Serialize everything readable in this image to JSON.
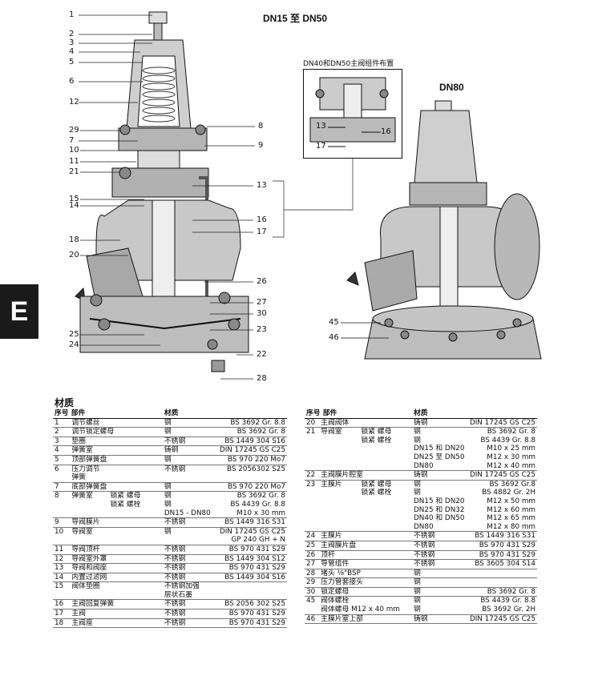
{
  "side_tab": "E",
  "headings": {
    "main_title": "DN15 至 DN50",
    "inset_title": "DN40和DN50主阀组件布置",
    "dn80_title": "DN80"
  },
  "callouts_left": [
    "1",
    "2",
    "3",
    "4",
    "5",
    "6",
    "12",
    "29",
    "7",
    "10",
    "11",
    "21",
    "15",
    "14",
    "18",
    "20",
    "25",
    "24"
  ],
  "callouts_right": [
    "8",
    "9",
    "13",
    "16",
    "17",
    "26",
    "27",
    "30",
    "23",
    "22",
    "28"
  ],
  "inset_callouts": [
    "13",
    "16",
    "17"
  ],
  "dn80_callouts": [
    "45",
    "46"
  ],
  "materials": {
    "title": "材质",
    "headers": {
      "no": "序号",
      "part": "部件",
      "material": "材质"
    },
    "left_rows": [
      {
        "no": "1",
        "part": "调节螺丝",
        "sub": "",
        "mat": "钢",
        "spec": "BS 3692 Gr. 8.8"
      },
      {
        "no": "2",
        "part": "调节锁定螺母",
        "sub": "",
        "mat": "钢",
        "spec": "BS 3692 Gr. 8"
      },
      {
        "no": "3",
        "part": "垫圈",
        "sub": "",
        "mat": "不锈钢",
        "spec": "BS 1449 304 S16"
      },
      {
        "no": "4",
        "part": "弹簧室",
        "sub": "",
        "mat": "铸钢",
        "spec": "DIN 17245 GS C25"
      },
      {
        "no": "5",
        "part": "顶部弹簧盘",
        "sub": "",
        "mat": "钢",
        "spec": "BS 970 220 Mo7"
      },
      {
        "no": "6",
        "part": "压力调节\n弹簧",
        "sub": "",
        "mat": "不锈钢",
        "spec": "BS 2056302 S25"
      },
      {
        "no": "7",
        "part": "底部弹簧盘",
        "sub": "",
        "mat": "钢",
        "spec": "BS 970 220 Mo7"
      },
      {
        "no": "8",
        "part": "弹簧室",
        "sub": "锁紧 螺母\n锁紧 螺栓",
        "mat": "钢\n钢\nDN15 - DN80",
        "spec": "BS 3692 Gr. 8\nBS 4439 Gr. 8.8\nM10 x 30 mm"
      },
      {
        "no": "9",
        "part": "导阀膜片",
        "sub": "",
        "mat": "不锈钢",
        "spec": "BS 1449 316 S31"
      },
      {
        "no": "10",
        "part": "导阀室",
        "sub": "",
        "mat": "钢",
        "spec": "DIN 17245 GS C25\nGP 240 GH + N"
      },
      {
        "no": "11",
        "part": "导阀顶杆",
        "sub": "",
        "mat": "不锈钢",
        "spec": "BS 970 431 S29"
      },
      {
        "no": "12",
        "part": "导阀室外罩",
        "sub": "",
        "mat": "不锈钢",
        "spec": "BS 1449 304 S12"
      },
      {
        "no": "13",
        "part": "导阀和阀座",
        "sub": "",
        "mat": "不锈钢",
        "spec": "BS 970 431 S29"
      },
      {
        "no": "14",
        "part": "内置过滤网",
        "sub": "",
        "mat": "不锈钢",
        "spec": "BS 1449 304 S16"
      },
      {
        "no": "15",
        "part": "阀体垫圈",
        "sub": "",
        "mat": "不锈钢加强\n层状石墨",
        "spec": ""
      },
      {
        "no": "16",
        "part": "主阀回复弹簧",
        "sub": "",
        "mat": "不锈钢",
        "spec": "BS 2056 302 S25"
      },
      {
        "no": "17",
        "part": "主阀",
        "sub": "",
        "mat": "不锈钢",
        "spec": "BS 970 431 S29"
      },
      {
        "no": "18",
        "part": "主阀座",
        "sub": "",
        "mat": "不锈钢",
        "spec": "BS 970 431 S29"
      }
    ],
    "right_rows": [
      {
        "no": "20",
        "part": "主阀阀体",
        "sub": "",
        "mat": "铸钢",
        "spec": "DIN 17245 GS C25"
      },
      {
        "no": "21",
        "part": "导阀室",
        "sub": "锁紧 螺母\n锁紧 螺栓",
        "mat": "钢\n钢\nDN15 和 DN20\nDN25 至 DN50\nDN80",
        "spec": "BS 3692 Gr. 8\nBS 4439 Gr. 8.8\nM10 x 25 mm\nM12 x 30 mm\nM12 x 40 mm"
      },
      {
        "no": "22",
        "part": "主阀膜片腔室",
        "sub": "",
        "mat": "铸钢",
        "spec": "DIN 17245 GS C25"
      },
      {
        "no": "23",
        "part": "主膜片",
        "sub": "锁紧 螺母\n锁紧 螺栓",
        "mat": "钢\n钢\nDN15 和 DN20\nDN25 和 DN32\nDN40 和 DN50\nDN80",
        "spec": "BS 3692 Gr.8\nBS 4882 Gr. 2H\nM12 x 50 mm\nM12 x 60 mm\nM12 x 65 mm\nM12 x 80 mm"
      },
      {
        "no": "24",
        "part": "主膜片",
        "sub": "",
        "mat": "不锈钢",
        "spec": "BS 1449 316 S31"
      },
      {
        "no": "25",
        "part": "主阀膜片盘",
        "sub": "",
        "mat": "不锈钢",
        "spec": "BS 970 431 S29"
      },
      {
        "no": "26",
        "part": "顶杆",
        "sub": "",
        "mat": "不锈钢",
        "spec": "BS 970 431 S29"
      },
      {
        "no": "27",
        "part": "导管组件",
        "sub": "",
        "mat": "不锈钢",
        "spec": "BS 3605 304 S14"
      },
      {
        "no": "28",
        "part": "堵头 ⅛\"BSP",
        "sub": "",
        "mat": "钢",
        "spec": ""
      },
      {
        "no": "29",
        "part": "压力管套接头",
        "sub": "",
        "mat": "钢",
        "spec": ""
      },
      {
        "no": "30",
        "part": "锁定螺母",
        "sub": "",
        "mat": "钢",
        "spec": "BS 3692 Gr. 8"
      },
      {
        "no": "45",
        "part": "阀体螺栓\n阀体螺母 M12 x 40 mm",
        "sub": "",
        "mat": "钢\n钢",
        "spec": "BS 4439 Gr. 8.8\nBS 3692 Gr. 2H"
      },
      {
        "no": "46",
        "part": "主膜片室上部",
        "sub": "",
        "mat": "铸钢",
        "spec": "DIN 17245 GS C25"
      }
    ]
  }
}
